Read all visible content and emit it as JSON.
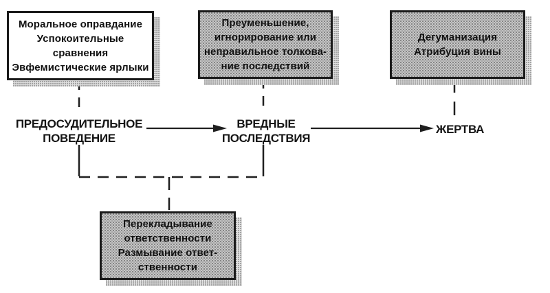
{
  "diagram": {
    "boxes": [
      {
        "name": "moral-justification-box",
        "variant": "white",
        "lines": [
          "Моральное оправдание",
          "Успокоительные",
          "сравнения",
          "Эвфемистические ярлыки"
        ]
      },
      {
        "name": "minimization-box",
        "variant": "gray",
        "lines": [
          "Преуменьшение,",
          "игнорирование или",
          "неправильное толкова-",
          "ние последствий"
        ]
      },
      {
        "name": "dehumanization-box",
        "variant": "gray",
        "lines": [
          "Дегуманизация",
          "Атрибуция вины"
        ]
      },
      {
        "name": "responsibility-box",
        "variant": "gray",
        "lines": [
          "Перекладывание",
          "ответственности",
          "Размывание ответ-",
          "ственности"
        ]
      }
    ],
    "nodes": [
      {
        "name": "reprehensible-conduct",
        "lines": [
          "ПРЕДОСУДИТЕЛЬНОЕ",
          "ПОВЕДЕНИЕ"
        ]
      },
      {
        "name": "harmful-effects",
        "lines": [
          "ВРЕДНЫЕ",
          "ПОСЛЕДСТВИЯ"
        ]
      },
      {
        "name": "victim",
        "lines": [
          "ЖЕРТВА"
        ]
      }
    ],
    "colors": {
      "border": "#1b1b1b",
      "line": "#1f1f1f",
      "gray_fill": "#c6c6c6",
      "shadow": "#e0e0e0",
      "background": "#ffffff",
      "text": "#111111"
    }
  }
}
